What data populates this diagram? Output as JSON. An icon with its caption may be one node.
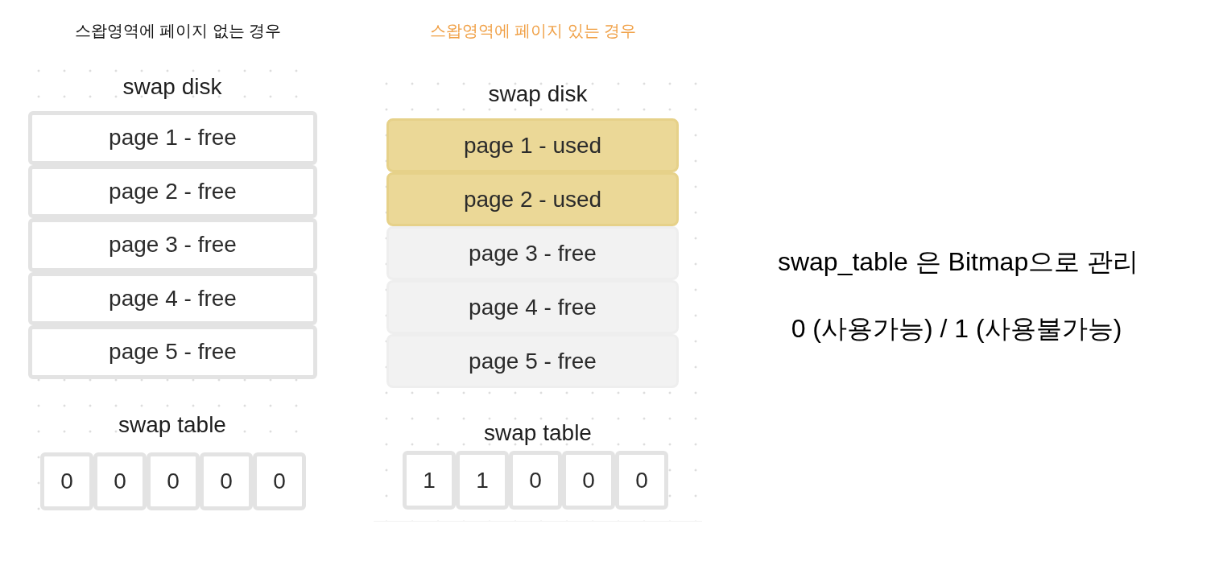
{
  "diagram": {
    "nodes": [
      {
        "text": [
          "swap disk"
        ]
      },
      {
        "text": [
          "page 1 - free"
        ],
        "in": 0
      },
      {
        "text": [
          "page 2 - free"
        ],
        "in": 0
      },
      {
        "text": [
          "page 3 - free"
        ],
        "in": 0
      },
      {
        "text": [
          "page 4 - free"
        ],
        "in": 0
      },
      {
        "text": [
          "page 5 - free"
        ],
        "in": 0
      },
      {
        "text": [
          "swap table"
        ]
      },
      {
        "text": [
          "0"
        ],
        "in": 6
      },
      {
        "text": [
          "0"
        ],
        "in": 6
      },
      {
        "text": [
          "0"
        ],
        "in": 6
      },
      {
        "text": [
          "0"
        ],
        "in": 6
      },
      {
        "text": [
          "0"
        ],
        "in": 6
      },
      {
        "text": [
          "swap disk"
        ]
      },
      {
        "text": [
          "page 1 - used"
        ],
        "in": 12
      },
      {
        "text": [
          "page 2 - used"
        ],
        "in": 12
      },
      {
        "text": [
          "page 3 - free"
        ],
        "in": 12
      },
      {
        "text": [
          "page 4 - free"
        ],
        "in": 12
      },
      {
        "text": [
          "page 5 - free"
        ],
        "in": 12
      },
      {
        "text": [
          "swap table"
        ]
      },
      {
        "text": [
          "1"
        ],
        "in": 18
      },
      {
        "text": [
          "1"
        ],
        "in": 18
      },
      {
        "text": [
          "0"
        ],
        "in": 18
      },
      {
        "text": [
          "0"
        ],
        "in": 18
      },
      {
        "text": [
          "0"
        ],
        "in": 18
      }
    ],
    "labels": [
      "스왑영역에 페이지 없는 경우",
      "스왑영역에 페이지 있는 경우",
      "swap_table 은 Bitmap으로 관리",
      "0 (사용가능) / 1 (사용불가능)"
    ]
  }
}
